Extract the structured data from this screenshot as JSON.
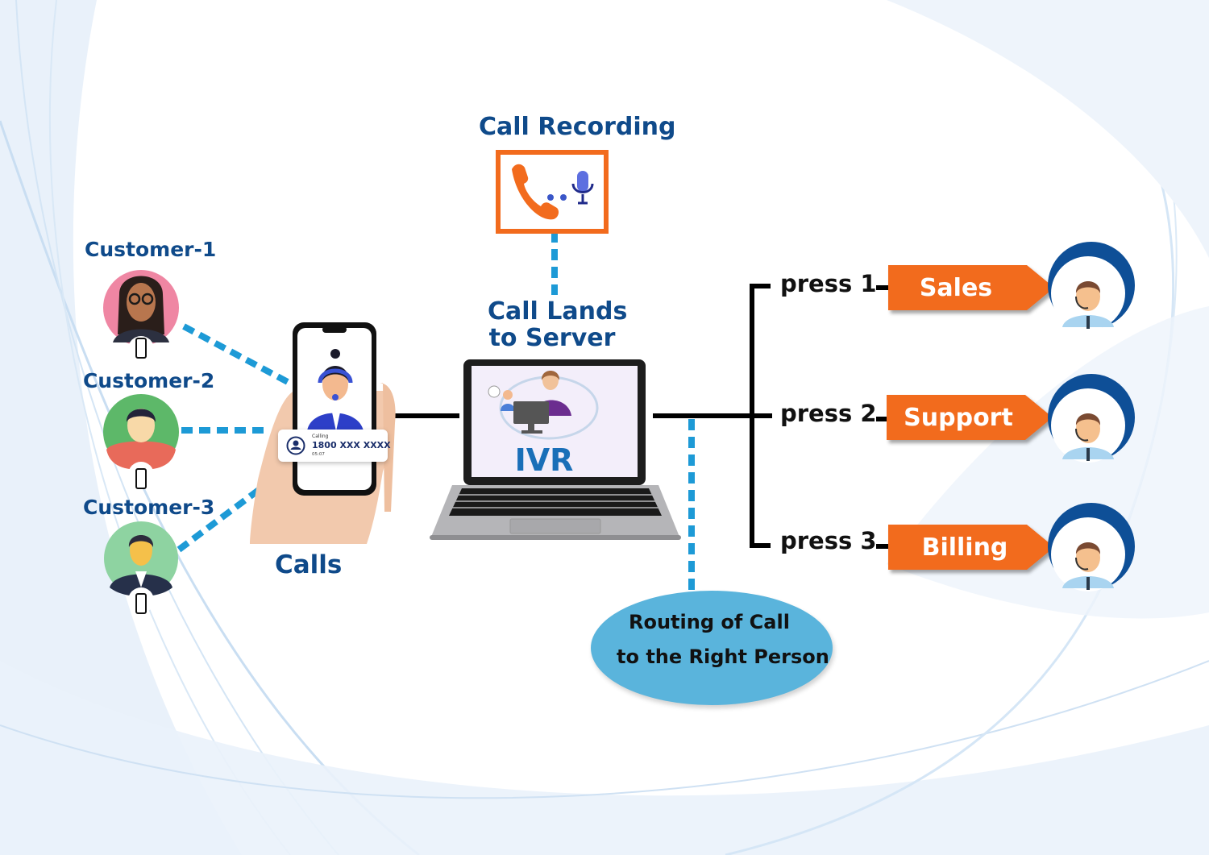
{
  "colors": {
    "title_blue": "#0f4a8a",
    "dashed_connector": "#1d9ad6",
    "ribbon_orange": "#f26b1d",
    "routing_ellipse": "#5ab4dc",
    "agent_ring": "#0e4f97"
  },
  "call_recording": {
    "title": "Call Recording",
    "icons": [
      "phone-icon",
      "microphone-icon"
    ]
  },
  "customers": [
    {
      "label": "Customer-1",
      "avatar": "woman-with-glasses",
      "avatar_bg": "#ef86a3"
    },
    {
      "label": "Customer-2",
      "avatar": "man-red-shirt",
      "avatar_bg": "#5db869"
    },
    {
      "label": "Customer-3",
      "avatar": "man-in-suit",
      "avatar_bg": "#8ed3a1"
    }
  ],
  "phone": {
    "caption": "Calls",
    "call_card": {
      "status": "Calling",
      "number": "1800 XXX XXXX",
      "duration": "05:07"
    }
  },
  "server": {
    "title_line1": "Call Lands",
    "title_line2": "to Server",
    "screen_text": "IVR"
  },
  "routing": {
    "line1": "Routing of Call",
    "line2": "to the Right Person"
  },
  "menu_options": [
    {
      "key_label": "press 1",
      "department": "Sales"
    },
    {
      "key_label": "press 2",
      "department": "Support"
    },
    {
      "key_label": "press 3",
      "department": "Billing"
    }
  ]
}
